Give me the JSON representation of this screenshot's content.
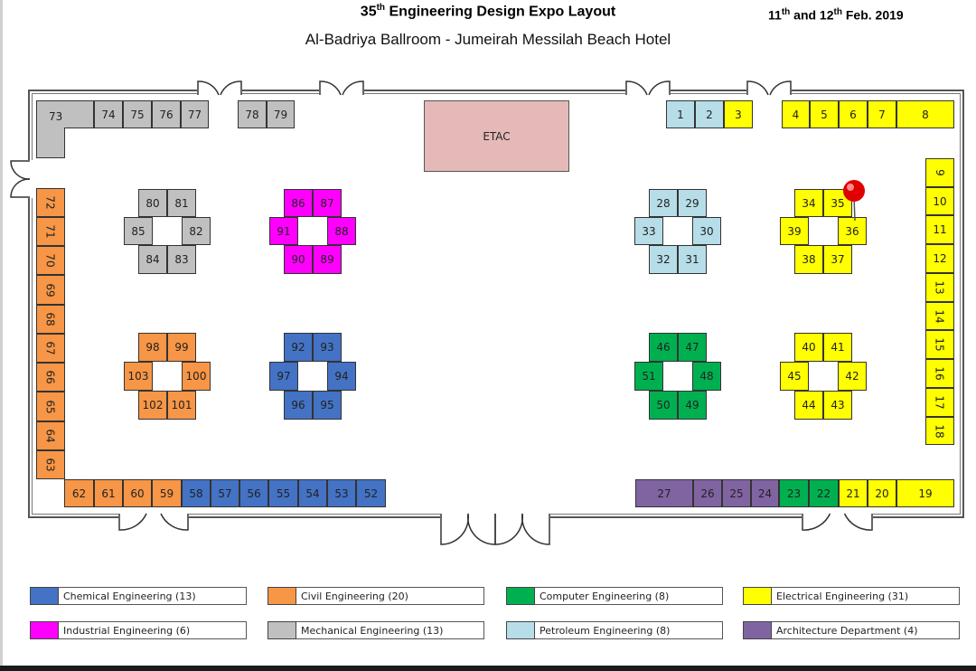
{
  "header": {
    "title_pre": "35",
    "title_sup": "th",
    "title_post": " Engineering Design Expo Layout",
    "subtitle": "Al-Badriya Ballroom - Jumeirah Messilah Beach Hotel",
    "date_a": "11",
    "date_a_sup": "th",
    "date_mid": " and 12",
    "date_b_sup": "th",
    "date_post": " Feb. 2019"
  },
  "etac_label": "ETAC",
  "colors": {
    "chemical": "#4472c4",
    "civil": "#f79646",
    "computer": "#00b050",
    "electrical": "#ffff00",
    "industrial": "#ff00ff",
    "mechanical": "#c0c0c0",
    "petroleum": "#b7dde8",
    "architecture": "#8064a2",
    "pin": "#e00000"
  },
  "booths": [
    "1",
    "2",
    "3",
    "4",
    "5",
    "6",
    "7",
    "8",
    "9",
    "10",
    "11",
    "12",
    "13",
    "14",
    "15",
    "16",
    "17",
    "18",
    "19",
    "20",
    "21",
    "22",
    "23",
    "24",
    "25",
    "26",
    "27",
    "28",
    "29",
    "30",
    "31",
    "32",
    "33",
    "34",
    "35",
    "36",
    "37",
    "38",
    "39",
    "40",
    "41",
    "42",
    "43",
    "44",
    "45",
    "46",
    "47",
    "48",
    "49",
    "50",
    "51",
    "52",
    "53",
    "54",
    "55",
    "56",
    "57",
    "58",
    "59",
    "60",
    "61",
    "62",
    "63",
    "64",
    "65",
    "66",
    "67",
    "68",
    "69",
    "70",
    "71",
    "72",
    "73",
    "74",
    "75",
    "76",
    "77",
    "78",
    "79",
    "80",
    "81",
    "82",
    "83",
    "84",
    "85",
    "86",
    "87",
    "88",
    "89",
    "90",
    "91",
    "92",
    "93",
    "94",
    "95",
    "96",
    "97",
    "98",
    "99",
    "100",
    "101",
    "102",
    "103"
  ],
  "legend": [
    {
      "label": "Chemical Engineering (13)",
      "color": "chemical"
    },
    {
      "label": "Civil Engineering (20)",
      "color": "civil"
    },
    {
      "label": "Computer Engineering (8)",
      "color": "computer"
    },
    {
      "label": "Electrical Engineering (31)",
      "color": "electrical"
    },
    {
      "label": "Industrial Engineering (6)",
      "color": "industrial"
    },
    {
      "label": "Mechanical Engineering (13)",
      "color": "mechanical"
    },
    {
      "label": "Petroleum Engineering (8)",
      "color": "petroleum"
    },
    {
      "label": "Architecture Department (4)",
      "color": "architecture"
    }
  ]
}
